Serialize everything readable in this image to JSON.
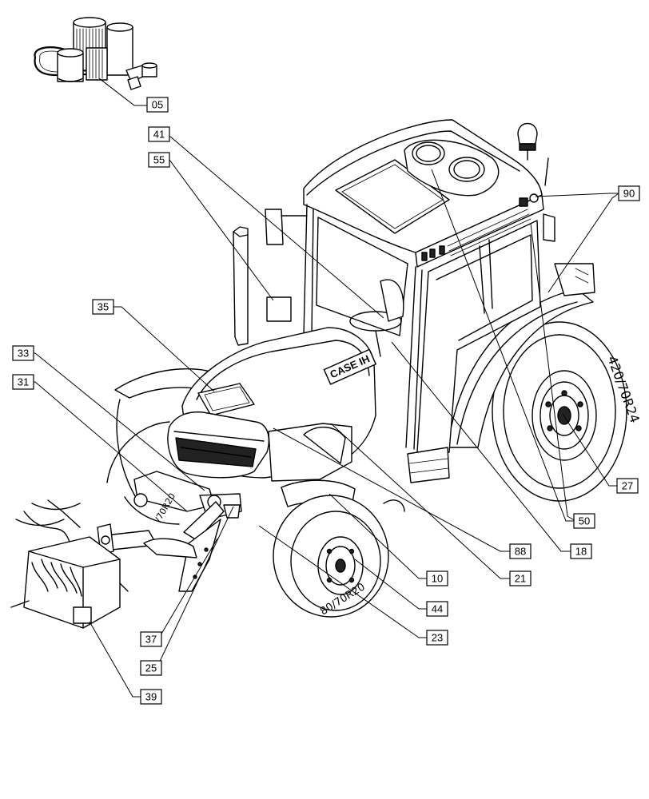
{
  "diagram": {
    "callouts": [
      {
        "id": "05",
        "label": "05"
      },
      {
        "id": "41",
        "label": "41"
      },
      {
        "id": "55",
        "label": "55"
      },
      {
        "id": "90",
        "label": "90"
      },
      {
        "id": "35",
        "label": "35"
      },
      {
        "id": "33",
        "label": "33"
      },
      {
        "id": "31",
        "label": "31"
      },
      {
        "id": "27",
        "label": "27"
      },
      {
        "id": "50",
        "label": "50"
      },
      {
        "id": "88",
        "label": "88"
      },
      {
        "id": "18",
        "label": "18"
      },
      {
        "id": "10",
        "label": "10"
      },
      {
        "id": "21",
        "label": "21"
      },
      {
        "id": "44",
        "label": "44"
      },
      {
        "id": "23",
        "label": "23"
      },
      {
        "id": "37",
        "label": "37"
      },
      {
        "id": "25",
        "label": "25"
      },
      {
        "id": "39",
        "label": "39"
      }
    ],
    "brand_text": "CASE IH",
    "rear_tire_text": "420/70R24",
    "front_tire_text": "80/70R20",
    "front_tire_text_2": "/70R20"
  }
}
